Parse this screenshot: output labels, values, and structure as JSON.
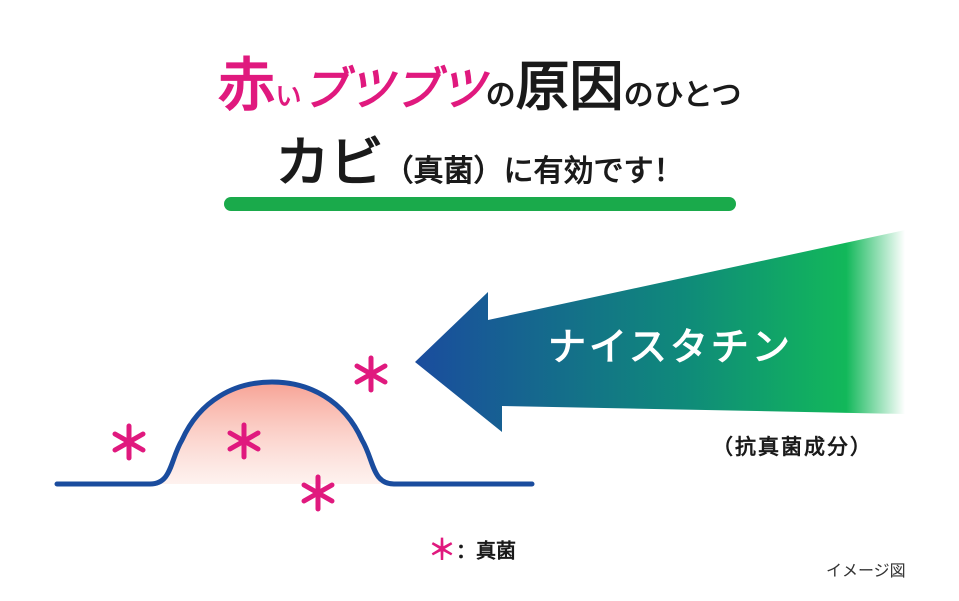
{
  "headline": {
    "line1": {
      "part_aka": "赤",
      "part_i": "い",
      "part_butsubutsu": "ブツブツ",
      "part_no1": "の",
      "part_genin": "原因",
      "part_hitotsu": "のひとつ"
    },
    "line2": {
      "part_kabi": "カビ",
      "part_kinrui": "（真菌）",
      "part_rest": "に有効です！"
    }
  },
  "arrow": {
    "label": "ナイスタチン",
    "sublabel": "（抗真菌成分）"
  },
  "legend": {
    "symbol": "＊",
    "label": "：真菌"
  },
  "caption": "イメージ図",
  "colors": {
    "accent_pink": "#e0197e",
    "underline_green": "#1aaa4b",
    "arrow_start_blue": "#1a4c9e",
    "arrow_end_green": "#12b85a",
    "skin_line_blue": "#1a4c9e",
    "bump_fill_red": "#f7a092"
  }
}
